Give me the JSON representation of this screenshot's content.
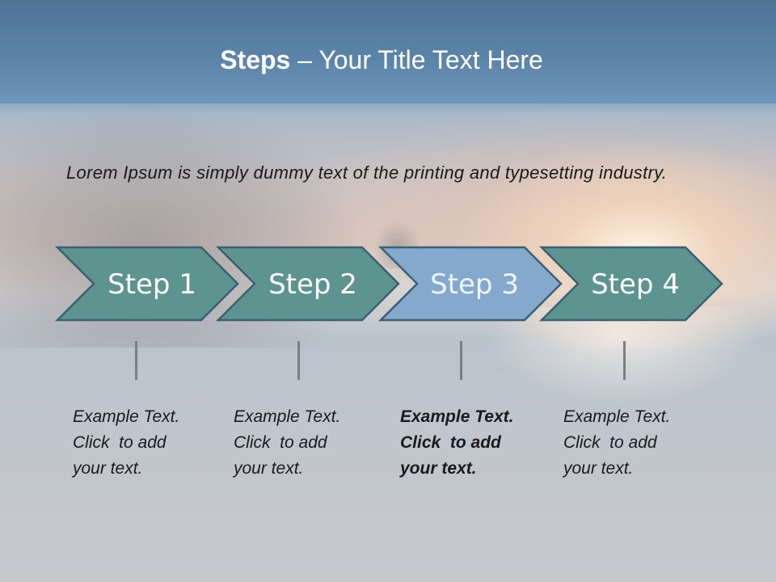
{
  "title": {
    "strong": "Steps",
    "rest": " – Your Title Text Here"
  },
  "intro": "Lorem Ipsum is simply dummy text of the printing and typesetting industry.",
  "steps": [
    {
      "label": "Step 1",
      "note": [
        "Example Text.",
        "Click  to add",
        "your text."
      ],
      "active": false
    },
    {
      "label": "Step 2",
      "note": [
        "Example Text.",
        "Click  to add",
        "your text."
      ],
      "active": false
    },
    {
      "label": "Step 3",
      "note": [
        "Example Text.",
        "Click  to add",
        "your text."
      ],
      "active": true
    },
    {
      "label": "Step 4",
      "note": [
        "Example Text.",
        "Click  to add",
        "your text."
      ],
      "active": false
    }
  ],
  "colors": {
    "chevron": "#5d9490",
    "chevron_active": "#84a9cc",
    "chevron_border": "#3c5f73",
    "header": "#5b83a8"
  }
}
